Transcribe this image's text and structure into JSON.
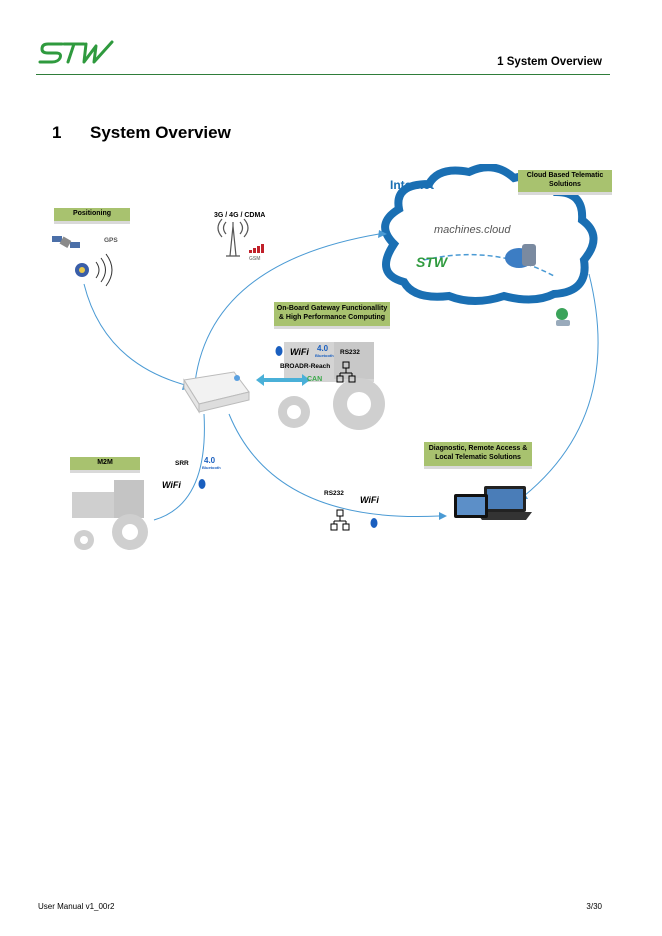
{
  "header": {
    "section": "1 System Overview",
    "logo_text": "STW"
  },
  "heading": {
    "number": "1",
    "title": "System Overview"
  },
  "diagram": {
    "internet": "Internet",
    "cloud_solutions": "Cloud Based Telematic Solutions",
    "machines_cloud": "machines.cloud",
    "positioning": "Positioning",
    "gps": "GPS",
    "network": "3G / 4G / CDMA",
    "gsm": "GSM",
    "onboard": "On-Board Gateway Functionallity & High Performance Computing",
    "rs232_top": "RS232",
    "broadr": "BROADR-Reach",
    "can": "CAN",
    "wifi": "WiFi",
    "bt4": "4.0",
    "bluetooth": "Bluetooth",
    "m2m": "M2M",
    "srr": "SRR",
    "diagnostic": "Diagnostic, Remote Access & Local Telematic Solutions",
    "rs232_bottom": "RS232"
  },
  "footer": {
    "left": "User Manual v1_00r2",
    "right": "3/30"
  },
  "colors": {
    "header_rule": "#2f7d3a",
    "label_green": "#a8c26f",
    "cloud_blue": "#1a6fb3",
    "arrow_blue": "#4a9ad4"
  }
}
